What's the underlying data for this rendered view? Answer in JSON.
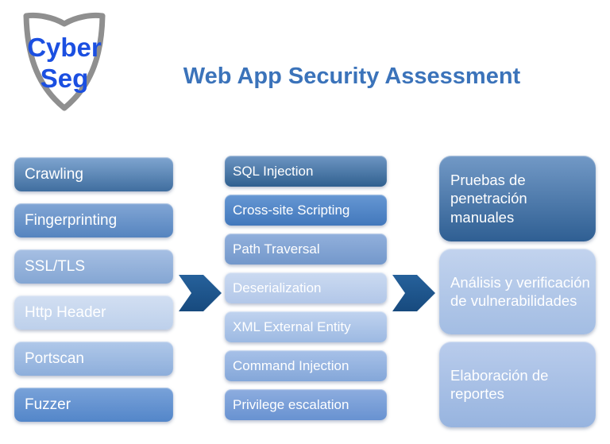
{
  "logo": {
    "line1": "Cyber",
    "line2": "Seg",
    "text_color": "#1b4fe1",
    "shield_border_color": "#8f8f8f",
    "shield_fill": "#ffffff"
  },
  "header": {
    "title": "Web App Security Assessment",
    "title_color": "#3b73ba"
  },
  "diagram": {
    "arrow_color_top": "#26619b",
    "arrow_color_bottom": "#174a7e",
    "columns": [
      {
        "id": "recon-tools",
        "items": [
          {
            "label": "Crawling",
            "top": "#7fa5d0",
            "bottom": "#406e9f",
            "text_color": "#ffffff"
          },
          {
            "label": "Fingerprinting",
            "top": "#82a6d5",
            "bottom": "#5584bf",
            "text_color": "#ffffff"
          },
          {
            "label": "SSL/TLS",
            "top": "#a6bfe3",
            "bottom": "#84a6d3",
            "text_color": "#ffffff"
          },
          {
            "label": "Http Header",
            "top": "#d2dff2",
            "bottom": "#bdd0eb",
            "text_color": "#ffffff"
          },
          {
            "label": "Portscan",
            "top": "#b0c8e9",
            "bottom": "#8daedb",
            "text_color": "#ffffff"
          },
          {
            "label": "Fuzzer",
            "top": "#79a2d9",
            "bottom": "#5386c9",
            "text_color": "#ffffff"
          }
        ]
      },
      {
        "id": "vulnerability-tests",
        "items": [
          {
            "label": "SQL Injection",
            "top": "#6e96c3",
            "bottom": "#30608f",
            "text_color": "#ffffff"
          },
          {
            "label": "Cross-site Scripting",
            "top": "#6697d3",
            "bottom": "#4278bc",
            "text_color": "#ffffff"
          },
          {
            "label": "Path Traversal",
            "top": "#92b0dc",
            "bottom": "#7398cb",
            "text_color": "#ffffff"
          },
          {
            "label": "Deserialization",
            "top": "#cbdaf1",
            "bottom": "#b2c7e8",
            "text_color": "#ffffff"
          },
          {
            "label": "XML External Entity",
            "top": "#c0d3ef",
            "bottom": "#9cb9e2",
            "text_color": "#ffffff"
          },
          {
            "label": "Command Injection",
            "top": "#a7c1e8",
            "bottom": "#84a7d9",
            "text_color": "#ffffff"
          },
          {
            "label": "Privilege escalation",
            "top": "#8daddf",
            "bottom": "#6892d1",
            "text_color": "#ffffff"
          }
        ]
      },
      {
        "id": "deliverables",
        "items": [
          {
            "label": "Pruebas de penetración manuales",
            "top": "#7299c6",
            "bottom": "#2f5f93",
            "text_color": "#ffffff"
          },
          {
            "label": "Análisis y verificación de vulnerabilidades",
            "top": "#c2d3ee",
            "bottom": "#a3bde3",
            "text_color": "#ffffff"
          },
          {
            "label": "Elaboración de reportes",
            "top": "#b9ccec",
            "bottom": "#97b4df",
            "text_color": "#ffffff"
          }
        ]
      }
    ]
  }
}
